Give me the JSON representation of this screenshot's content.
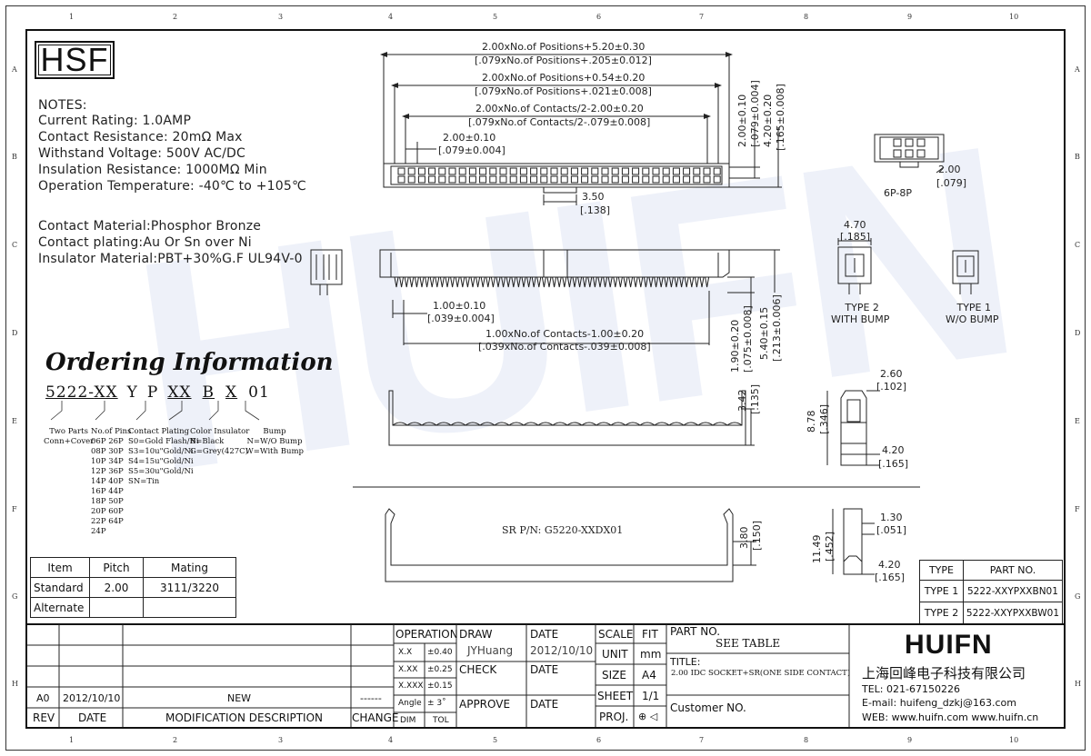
{
  "grid": {
    "columns": [
      "1",
      "2",
      "3",
      "4",
      "5",
      "6",
      "7",
      "8",
      "9",
      "10"
    ],
    "rows": [
      "A",
      "B",
      "C",
      "D",
      "E",
      "F",
      "G",
      "H"
    ]
  },
  "logo_box": "HSF",
  "notes": {
    "heading": "NOTES:",
    "lines": [
      "Current Rating: 1.0AMP",
      "Contact Resistance: 20mΩ Max",
      "Withstand Voltage: 500V AC/DC",
      "Insulation Resistance: 1000MΩ Min",
      "Operation Temperature: -40℃ to +105℃"
    ],
    "materials": [
      "Contact Material:Phosphor Bronze",
      "Contact plating:Au Or Sn over Ni",
      "Insulator Material:PBT+30%G.F UL94V-0"
    ]
  },
  "ordering": {
    "title": "Ordering Information",
    "code": "5222-XX Y P XX B X 01",
    "code_parts": [
      "5222-",
      "XX",
      "Y",
      "P",
      "XX",
      "B",
      "X",
      "01"
    ],
    "two_parts": [
      "Two Parts",
      "Conn+Cover"
    ],
    "no_of_pins": [
      "No.of Pins",
      "06P 26P",
      "08P 30P",
      "10P 34P",
      "12P 36P",
      "14P 40P",
      "16P 44P",
      "18P 50P",
      "20P 60P",
      "22P 64P",
      "24P"
    ],
    "contact_plating": [
      "Contact Plating",
      "S0=Gold Flash/Ni",
      "S3=10u\"Gold/Ni",
      "S4=15u\"Gold/Ni",
      "S5=30u\"Gold/Ni",
      "SN=Tin"
    ],
    "color_insulator": [
      "Color Insulator",
      "B=Black",
      "G=Grey(427C)"
    ],
    "bump": [
      "Bump",
      "N=W/O Bump",
      "W=With Bump"
    ]
  },
  "mating_table": {
    "headers": [
      "Item",
      "Pitch",
      "Mating"
    ],
    "rows": [
      [
        "Standard",
        "2.00",
        "3111/3220"
      ],
      [
        "Alternate",
        "",
        ""
      ]
    ]
  },
  "dimensions": {
    "d1": "2.00xNo.of Positions+5.20±0.30",
    "d1i": "[.079xNo.of Positions+.205±0.012]",
    "d2": "2.00xNo.of Positions+0.54±0.20",
    "d2i": "[.079xNo.of Positions+.021±0.008]",
    "d3": "2.00xNo.of Contacts/2-2.00±0.20",
    "d3i": "[.079xNo.of Contacts/2-.079±0.008]",
    "d4": "2.00±0.10",
    "d4i": "[.079±0.004]",
    "v1": "2.00±0.10",
    "v1i": "[.079±0.004]",
    "v2": "4.20±0.20",
    "v2i": "[.165±0.008]",
    "d5": "3.50",
    "d5i": "[.138]",
    "d6": "2.00",
    "d6i": "[.079]",
    "label_6p8p": "6P-8P",
    "d7": "4.70",
    "d7i": "[.185]",
    "type2": [
      "TYPE 2",
      "WITH BUMP"
    ],
    "type1": [
      "TYPE 1",
      "W/O BUMP"
    ],
    "d8": "1.00±0.10",
    "d8i": "[.039±0.004]",
    "d9": "1.00xNo.of Contacts-1.00±0.20",
    "d9i": "[.039xNo.of Contacts-.039±0.008]",
    "v3": "1.90±0.20",
    "v3i": "[.075±0.008]",
    "v4": "5.40±0.15",
    "v4i": "[.213±0.006]",
    "d10": "2.60",
    "d10i": "[.102]",
    "v5": "3.42",
    "v5i": "[.135]",
    "v6": "8.78",
    "v6i": "[.346]",
    "d11": "4.20",
    "d11i": "[.165]",
    "sr_pn": "SR P/N: G5220-XXDX01",
    "v7": "3.80",
    "v7i": "[.150]",
    "d12": "1.30",
    "d12i": "[.051]",
    "v8": "11.49",
    "v8i": "[.452]",
    "d13": "4.20",
    "d13i": "[.165]"
  },
  "part_table": {
    "headers": [
      "TYPE",
      "PART NO."
    ],
    "rows": [
      [
        "TYPE 1",
        "5222-XXYPXXBN01"
      ],
      [
        "TYPE 2",
        "5222-XXYPXXBW01"
      ]
    ]
  },
  "title_block": {
    "rev_row": {
      "rev": "A0",
      "date": "2012/10/10",
      "desc": "NEW",
      "change": "------"
    },
    "footer": {
      "rev": "REV",
      "date": "DATE",
      "desc": "MODIFICATION DESCRIPTION",
      "change": "CHANGE"
    },
    "operation": "OPERATION",
    "tolerances": [
      [
        "X.X",
        "±0.40"
      ],
      [
        "X.XX",
        "±0.25"
      ],
      [
        "X.XXX",
        "±0.15"
      ],
      [
        "Angle",
        "± 3˚"
      ]
    ],
    "dim_tol": [
      "DIM",
      "TOL"
    ],
    "draw": "DRAW",
    "drawer": "JYHuang",
    "date_label": "DATE",
    "draw_date": "2012/10/10",
    "check": "CHECK",
    "approve": "APPROVE",
    "scale": "SCALE",
    "fit": "FIT",
    "unit": "UNIT",
    "unit_val": "mm",
    "size": "SIZE",
    "size_val": "A4",
    "sheet": "SHEET",
    "sheet_val": "1/1",
    "proj": "PROJ.",
    "proj_val": "⊕ ◁",
    "part_no_label": "PART NO.",
    "part_no_val": "SEE TABLE",
    "title_label": "TITLE:",
    "title_val": "2.00 IDC SOCKET+SR(ONE SIDE CONTACT)",
    "customer_no": "Customer NO.",
    "company_logo": "HUIFN",
    "company_cn": "上海回峰电子科技有限公司",
    "tel": "TEL: 021-67150226",
    "email": "E-mail: huifeng_dzkj@163.com",
    "web": "WEB: www.huifn.com  www.huifn.cn"
  },
  "watermark": "HUIFN"
}
